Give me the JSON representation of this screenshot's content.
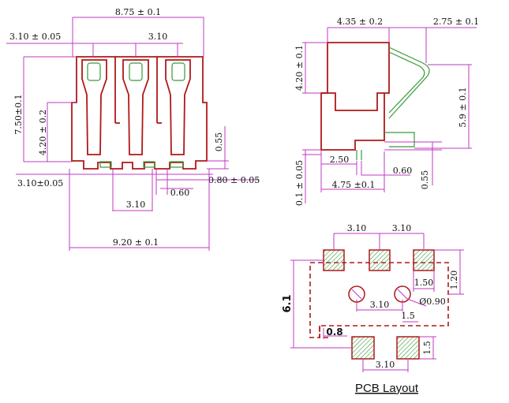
{
  "front_view": {
    "width_top": "8.75 ± 0.1",
    "pitch_left": "3.10 ± 0.05",
    "pitch_right": "3.10",
    "height_total": "7.50±0.1",
    "height_inner": "4.20 ± 0.2",
    "foot_height": "0.55",
    "pitch_bottom_left": "3.10±0.05",
    "pin_gap": "0.80 ± 0.05",
    "pin_width": "0.60",
    "pitch_bottom": "3.10",
    "width_bottom": "9.20 ± 0.1"
  },
  "side_view": {
    "body_depth": "4.35 ± 0.2",
    "spring_depth": "2.75 ± 0.1",
    "top_height": "4.20 ± 0.1",
    "total_height": "5.9 ± 0.1",
    "pin_offset": "2.50",
    "pin_width": "0.60",
    "stand_off": "0.55",
    "base_depth": "4.75 ±0.1",
    "base_thickness": "0.1 ± 0.05"
  },
  "pcb_layout": {
    "title": "PCB Layout",
    "pad_pitch_1": "3.10",
    "pad_pitch_2": "3.10",
    "pad_size": "1.50",
    "pad_height": "1.20",
    "height": "6.1",
    "hole_pitch": "3.10",
    "hole_diameter": "Ø0.90",
    "hole_offset": "1.5",
    "edge_offset": "0.8",
    "bottom_pad": "1.5",
    "bottom_pitch": "3.10"
  },
  "colors": {
    "outline": "#b01818",
    "dimension": "#c038c0",
    "pad_fill": "#3a9a3a"
  }
}
